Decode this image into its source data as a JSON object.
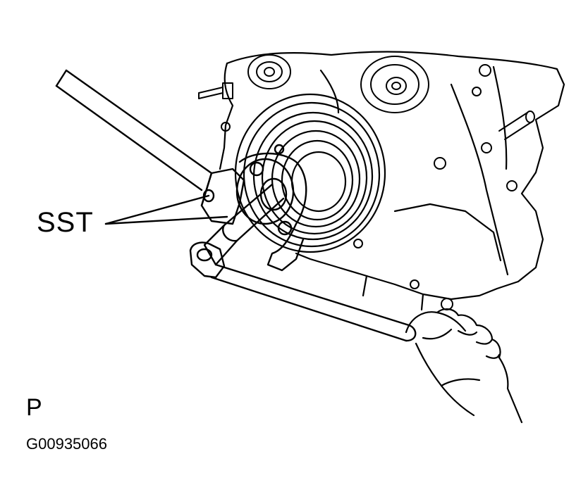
{
  "callout": {
    "label": "SST"
  },
  "view_code": "P",
  "figure_id": "G00935066",
  "colors": {
    "ink": "#000000",
    "paper": "#ffffff"
  }
}
